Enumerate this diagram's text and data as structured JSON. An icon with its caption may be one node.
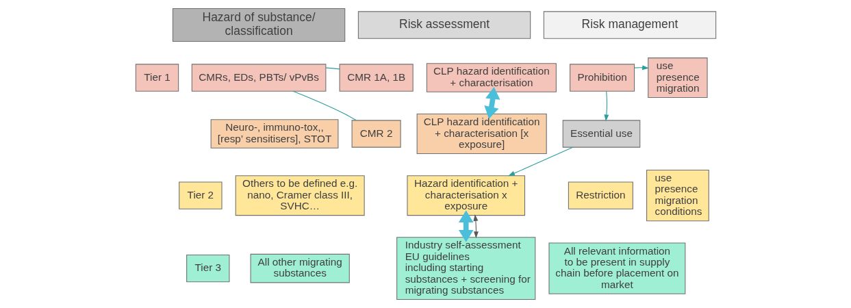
{
  "diagram": {
    "nodes": [
      {
        "text": [
          "Hazard of substance/ classification"
        ]
      },
      {
        "text": [
          "Risk assessment"
        ]
      },
      {
        "text": [
          "Risk management"
        ]
      },
      {
        "text": [
          "Tier 1"
        ]
      },
      {
        "text": [
          "CMRs, EDs, PBTs/ vPvBs"
        ]
      },
      {
        "text": [
          "CMR 1A, 1B"
        ]
      },
      {
        "text": [
          "CLP hazard identification + characterisation"
        ]
      },
      {
        "text": [
          "Prohibition"
        ]
      },
      {
        "text": [
          "use",
          "presence",
          "migration"
        ]
      },
      {
        "text": [
          "Essential use"
        ]
      },
      {
        "text": [
          "Neuro-, immuno-tox,, [resp’ sensitisers], STOT"
        ]
      },
      {
        "text": [
          "CMR 2"
        ]
      },
      {
        "text": [
          "CLP hazard identification + characterisation [x exposure]"
        ]
      },
      {
        "text": [
          "Tier 2"
        ]
      },
      {
        "text": [
          "Others to be defined e.g. nano, Cramer class III, SVHC…"
        ]
      },
      {
        "text": [
          "Hazard identification + characterisation x exposure"
        ]
      },
      {
        "text": [
          "Restriction"
        ]
      },
      {
        "text": [
          "use",
          "presence",
          "migration",
          "conditions"
        ]
      },
      {
        "text": [
          "Tier 3"
        ]
      },
      {
        "text": [
          "All other migrating substances"
        ]
      },
      {
        "text": [
          "Industry self-assessment",
          "EU guidelines",
          "including starting substances + screening for migrating substances"
        ]
      },
      {
        "text": [
          "All relevant information to be present in supply chain before placement on market"
        ]
      }
    ],
    "edges": [
      {
        "from": 4,
        "to": 5,
        "arrow": "none"
      },
      {
        "from": 4,
        "to": 11,
        "arrow": "none"
      },
      {
        "from": 7,
        "to": 8,
        "arrow": "to"
      },
      {
        "from": 7,
        "to": 9,
        "arrow": "to"
      },
      {
        "from": 9,
        "to": 15,
        "arrow": "to"
      },
      {
        "from": 6,
        "to": 12,
        "arrow": "both",
        "style": "thick",
        "color": "#4bbfd9"
      },
      {
        "from": 15,
        "to": 20,
        "arrow": "both",
        "style": "thick",
        "color": "#4bbfd9"
      },
      {
        "from": 15,
        "to": 20,
        "arrow": "both",
        "color": "#595959"
      }
    ]
  }
}
